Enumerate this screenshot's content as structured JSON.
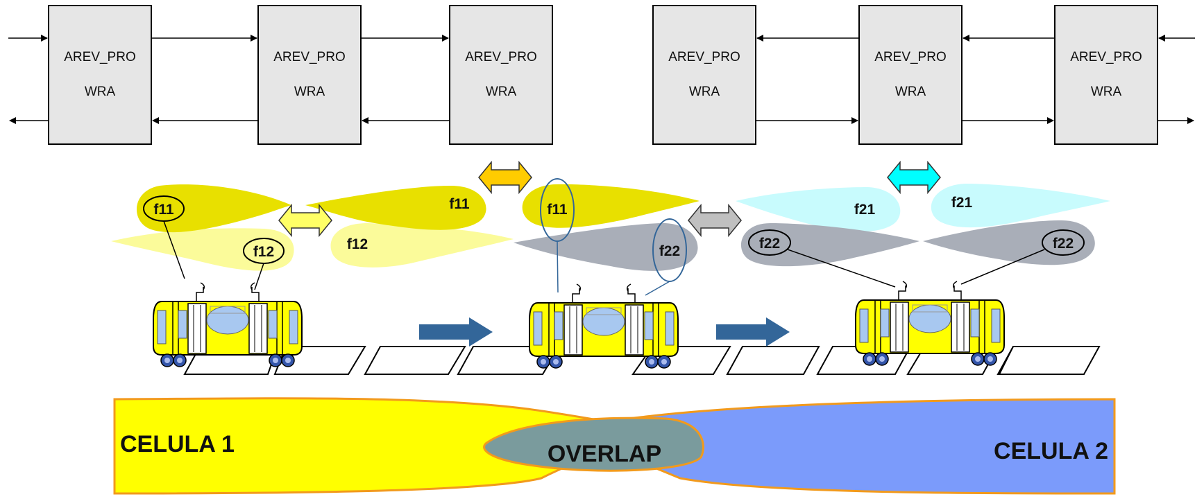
{
  "access_points": [
    {
      "line1": "AREV_PRO",
      "line2": "WRA"
    },
    {
      "line1": "AREV_PRO",
      "line2": "WRA"
    },
    {
      "line1": "AREV_PRO",
      "line2": "WRA"
    },
    {
      "line1": "AREV_PRO",
      "line2": "WRA"
    },
    {
      "line1": "AREV_PRO",
      "line2": "WRA"
    },
    {
      "line1": "AREV_PRO",
      "line2": "WRA"
    }
  ],
  "frequencies": {
    "a_f11": "f11",
    "a_f12": "f12",
    "a_f12_circle": "f12",
    "a_f11_circle": "f11",
    "b_f11": "f11",
    "b_f11_circle": "f11",
    "b_f22_circle": "f22",
    "c_f21_left": "f21",
    "c_f21_right": "f21",
    "c_f22_left": "f22",
    "c_f22_right": "f22"
  },
  "cells": {
    "cell1": "CELULA 1",
    "overlap": "OVERLAP",
    "cell2": "CELULA 2"
  },
  "colors": {
    "box_fill": "#e6e6e6",
    "f11_yellow": "#e8e000",
    "f12_pale_yellow": "#fbfb9a",
    "f21_cyan": "#c8fbfd",
    "f22_gray": "#a9aeb8",
    "cell1_yellow": "#ffff00",
    "cell2_blue": "#7b9bfb",
    "overlap": "#7a9b9d",
    "arrow_blue": "#336699",
    "arrow_orange": "#ffcc00",
    "arrow_cyan": "#00ffff",
    "arrow_gray": "#c0c0c0",
    "arrow_lightyellow": "#ffff66"
  }
}
